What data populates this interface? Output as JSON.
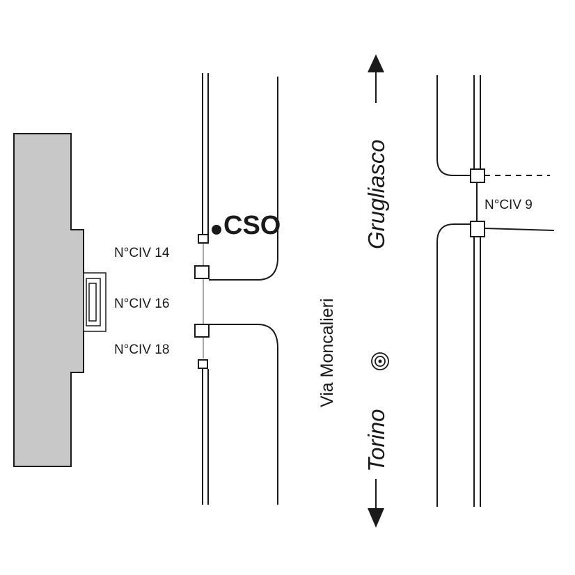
{
  "map": {
    "point_label": "CSO",
    "house_numbers": {
      "civ14": "N°CIV 14",
      "civ16": "N°CIV 16",
      "civ18": "N°CIV 18",
      "civ9": "N°CIV 9"
    },
    "street_name": "Via Moncalieri",
    "direction_north": "Grugliasco",
    "direction_south": "Torino",
    "colors": {
      "building_fill": "#c8c8c8",
      "line": "#1a1a1a"
    },
    "icons": {
      "target": "concentric-circle-marker",
      "arrows": "double-headed-direction-arrow"
    }
  }
}
